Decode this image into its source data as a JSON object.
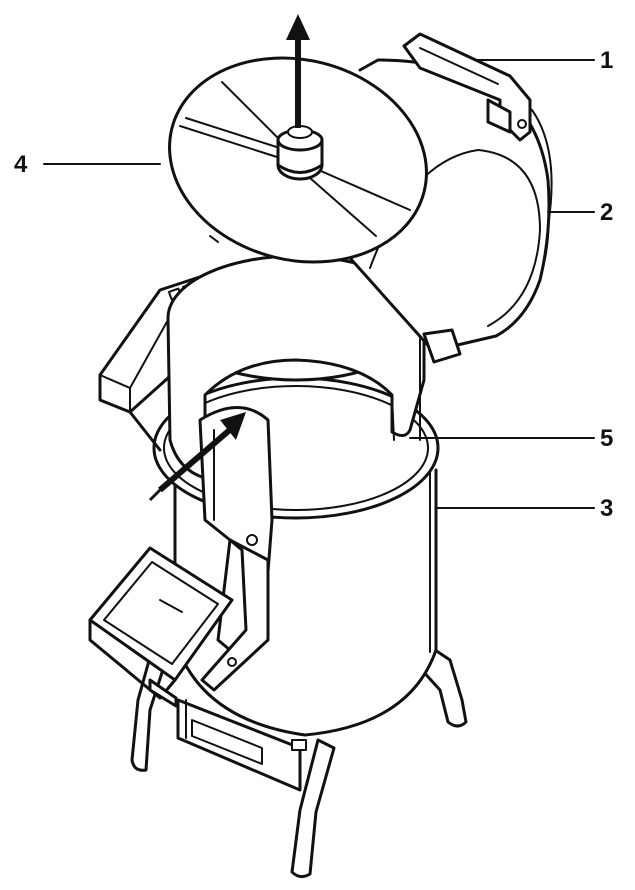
{
  "callouts": [
    {
      "id": "c1",
      "label": "1"
    },
    {
      "id": "c2",
      "label": "2"
    },
    {
      "id": "c3",
      "label": "3"
    },
    {
      "id": "c4",
      "label": "4"
    },
    {
      "id": "c5",
      "label": "5"
    }
  ],
  "colors": {
    "ink": "#111111",
    "paper": "#ffffff"
  },
  "icons": [
    "up-arrow-icon",
    "diagonal-arrow-icon"
  ]
}
